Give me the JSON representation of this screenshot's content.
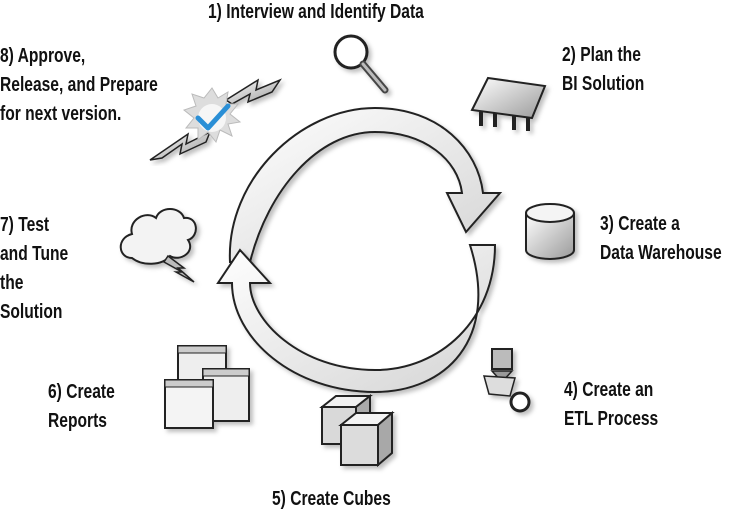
{
  "steps": [
    {
      "lines": [
        "1)   Interview and Identify Data"
      ],
      "icon": "magnifier-icon"
    },
    {
      "lines": [
        "2) Plan the",
        "BI Solution"
      ],
      "icon": "blueprint-table-icon"
    },
    {
      "lines": [
        "3) Create a",
        "Data Warehouse"
      ],
      "icon": "database-cylinder-icon"
    },
    {
      "lines": [
        "4) Create an",
        "ETL Process"
      ],
      "icon": "etl-flow-icon"
    },
    {
      "lines": [
        "5) Create Cubes"
      ],
      "icon": "cubes-icon"
    },
    {
      "lines": [
        "6) Create",
        "Reports"
      ],
      "icon": "reports-stack-icon"
    },
    {
      "lines": [
        "7) Test",
        "and Tune",
        "the",
        "Solution"
      ],
      "icon": "cloud-lightning-icon"
    },
    {
      "lines": [
        "8) Approve,",
        "Release, and Prepare",
        "for next version."
      ],
      "icon": "approval-check-icon"
    }
  ],
  "colors": {
    "arrow_fill": "#f0f0f0",
    "arrow_stroke": "#222222",
    "check_blue": "#2a8fd6"
  }
}
